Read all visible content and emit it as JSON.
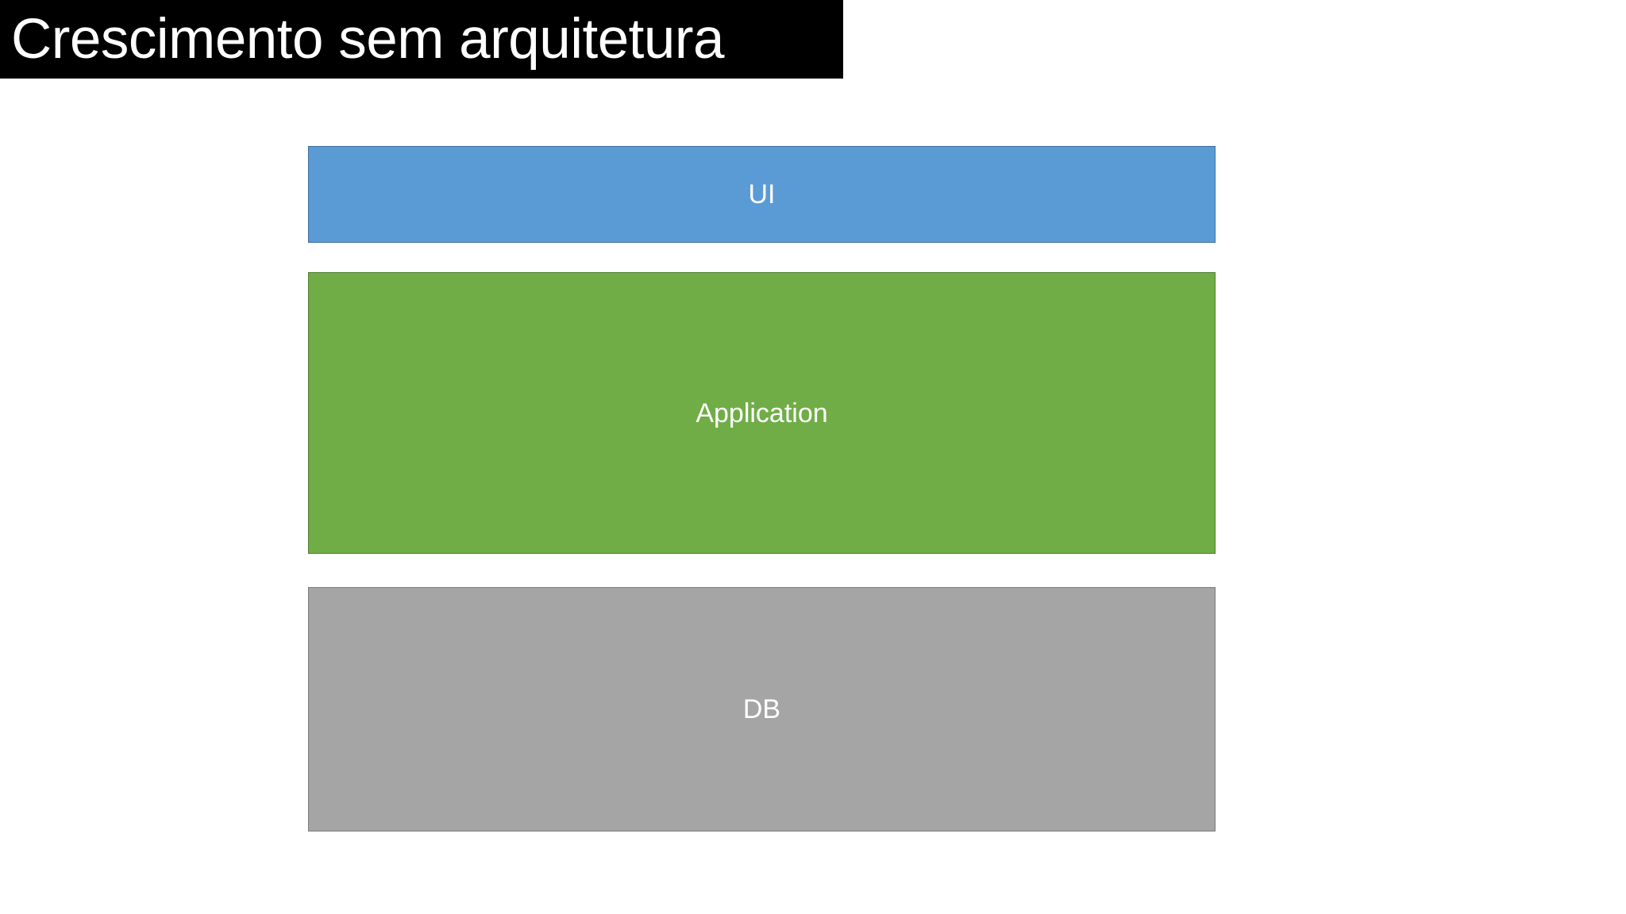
{
  "slide": {
    "title": "Crescimento sem arquitetura",
    "background_color": "#FFFFFF",
    "title_band_color": "#000000",
    "title_text_color": "#FFFFFF"
  },
  "diagram": {
    "type": "stacked-layers",
    "layers": [
      {
        "id": "ui",
        "label": "UI",
        "fill_color": "#5B9BD5",
        "border_color": "#41719C",
        "text_color": "#FFFFFF"
      },
      {
        "id": "application",
        "label": "Application",
        "fill_color": "#70AD47",
        "border_color": "#507E32",
        "text_color": "#FFFFFF"
      },
      {
        "id": "db",
        "label": "DB",
        "fill_color": "#A5A5A5",
        "border_color": "#7B7B7B",
        "text_color": "#FFFFFF"
      }
    ]
  }
}
